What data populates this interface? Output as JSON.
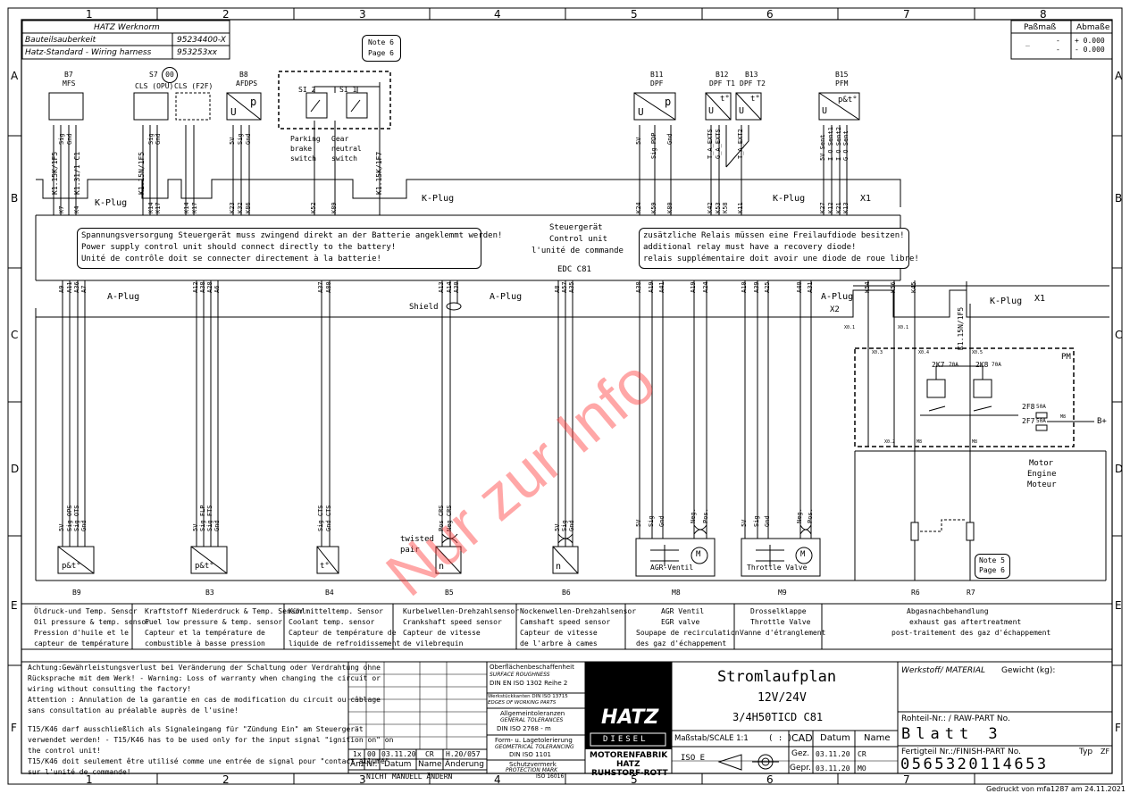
{
  "grid": {
    "columns": [
      "1",
      "2",
      "3",
      "4",
      "5",
      "6",
      "7",
      "8"
    ],
    "rows": [
      "A",
      "B",
      "C",
      "D",
      "E",
      "F"
    ]
  },
  "norm": {
    "title": "HATZ Werknorm",
    "r1_label": "Bauteilsauberkeit",
    "r1_value": "95234400-X",
    "r2_label": "Hatz-Standard - Wiring harness",
    "r2_value": "953253xx"
  },
  "passmass": {
    "col1": "Paßmaß",
    "col2": "Abmaße",
    "dash1": "_",
    "dash2": "-",
    "dash3": "-",
    "plus": "+ 0.000",
    "minus": "- 0.000"
  },
  "note6": {
    "l1": "Note 6",
    "l2": "Page 6"
  },
  "note5": {
    "l1": "Note 5",
    "l2": "Page 6"
  },
  "top_components": [
    {
      "id": "B7",
      "name": "MFS"
    },
    {
      "id": "S7",
      "name": "CLS (OPU)",
      "extra": "CLS (F2F)",
      "circle": "00"
    },
    {
      "id": "B8",
      "name": "AFDPS"
    },
    {
      "id": "B11",
      "name": "DPF"
    },
    {
      "id": "B12",
      "name": "DPF T1"
    },
    {
      "id": "B13",
      "name": "DPF T2"
    },
    {
      "id": "B15",
      "name": "PFM"
    }
  ],
  "switches": {
    "si2": "SI 2",
    "si1": "SI 1",
    "parking": [
      "Parking",
      "brake",
      "switch"
    ],
    "gear": [
      "Gear",
      "neutral",
      "switch"
    ]
  },
  "top_wire_labels": [
    "K1.15K/1F5",
    "K1.31/1 C1",
    "Sig",
    "Gnd",
    "K1.15N/1F5",
    "Sig",
    "Gnd",
    "5V",
    "Sig",
    "Gnd",
    "K1.15K/1F7",
    "5V",
    "Sig PDP",
    "Gnd",
    "T_A_EXTS",
    "G_A_EXTS",
    "T_A_EXT2",
    "5V Sent",
    "I O Sent1",
    "I O Sent2",
    "G O Sent"
  ],
  "top_pins": [
    "K7",
    "K4",
    "K14",
    "K17",
    "K14",
    "K17",
    "K23",
    "K32",
    "K86",
    "K52",
    "K89",
    "K24",
    "K59",
    "K80",
    "K42",
    "K53",
    "K58",
    "K11",
    "K27",
    "K12",
    "K21",
    "K13"
  ],
  "kplug": [
    "K-Plug",
    "K-Plug",
    "K-Plug",
    "K-Plug"
  ],
  "x1": "X1",
  "x2": "X2",
  "ecu": {
    "l1": "Steuergerät",
    "l2": "Control unit",
    "l3": "l'unité de commande",
    "name": "EDC C81"
  },
  "warn_left": [
    "Spannungsversorgung Steuergerät muss zwingend direkt an der Batterie angeklemmt werden!",
    "Power supply control unit should connect directly to the battery!",
    "Unité de contrôle doit se connecter directement à la batterie!"
  ],
  "warn_right": [
    "zusätzliche Relais müssen eine Freilaufdiode besitzen!",
    "additional relay must have a recovery diode!",
    "relais supplémentaire doit avoir une diode de roue libre!"
  ],
  "aplug": [
    "A-Plug",
    "A-Plug",
    "A-Plug"
  ],
  "a_pins": [
    "A9",
    "A11",
    "A36",
    "A7",
    "A12",
    "A38",
    "A28",
    "A6",
    "A37",
    "A80",
    "A13",
    "A14",
    "A30",
    "A8",
    "A57",
    "A35",
    "A38",
    "A19",
    "A41",
    "A19",
    "A24",
    "A10",
    "A39",
    "A25",
    "A40",
    "A31",
    "K54",
    "K56",
    "K45"
  ],
  "shield": "Shield",
  "twisted": [
    "twisted",
    "pair"
  ],
  "pm": {
    "title": "PM",
    "k7": "2K7",
    "k7a": "70A",
    "k8": "2K8",
    "k8a": "70A",
    "f8": "2F8",
    "f8a": "50A",
    "f7": "2F7",
    "f7a": "50A",
    "bplus": "B+",
    "small": [
      "X0.3",
      "X0.4",
      "X0.5",
      "X0.1",
      "X0.1",
      "M8",
      "M8",
      "M8",
      "X0.2"
    ],
    "k15n": "K1.15N/1F5"
  },
  "engine": [
    "Motor",
    "Engine",
    "Moteur"
  ],
  "bottom_wire_labels": [
    [
      "5V",
      "Sig OPS",
      "Sig OTS",
      "Gnd"
    ],
    [
      "5V",
      "Sig FLP",
      "Sig FTS",
      "Gnd"
    ],
    [
      "Sig CTS",
      "Gnd CTS"
    ],
    [
      "Pos CRS",
      "Neg CRS"
    ],
    [
      "5V",
      "Sig",
      "Gnd"
    ],
    [
      "5V",
      "Sig",
      "Gnd",
      "Neg.",
      "Pos."
    ],
    [
      "5V",
      "Sig",
      "Gnd",
      "Neg.",
      "Pos."
    ]
  ],
  "bottom_components": [
    {
      "id": "B9",
      "sym": "p&t°"
    },
    {
      "id": "B3",
      "sym": "p&t°"
    },
    {
      "id": "B4",
      "sym": "t°"
    },
    {
      "id": "B5",
      "sym": "n"
    },
    {
      "id": "B6",
      "sym": "n"
    },
    {
      "id": "M8",
      "sym": "AGR-Ventil"
    },
    {
      "id": "M9",
      "sym": "Throttle Valve"
    },
    {
      "id": "R6",
      "sym": ""
    },
    {
      "id": "R7",
      "sym": ""
    }
  ],
  "legend": [
    [
      "Öldruck-und Temp. Sensor",
      "Oil pressure & temp. sensor",
      "Pression d'huile et le",
      "capteur de température"
    ],
    [
      "Kraftstoff Niederdruck & Temp. Sensor",
      "Fuel low pressure & temp. sensor",
      "Capteur et la température de",
      "combustible à basse pression"
    ],
    [
      "Kühlmitteltemp. Sensor",
      "Coolant temp. sensor",
      "Capteur de température de",
      "liquide de refroidissement"
    ],
    [
      "Kurbelwellen-Drehzahlsensor",
      "Crankshaft speed sensor",
      "Capteur de vitesse",
      "de vilebrequin"
    ],
    [
      "Nockenwellen-Drehzahlsensor",
      "Camshaft speed sensor",
      "Capteur de vitesse",
      "de l'arbre à cames"
    ],
    [
      "AGR Ventil",
      "EGR valve",
      "Soupape de recirculation",
      "des gaz d'échappement"
    ],
    [
      "Drosselklappe",
      "Throttle Valve",
      "Vanne d'étranglement",
      ""
    ],
    [
      "Abgasnachbehandlung",
      "exhaust gas aftertreatment",
      "post-traitement des gaz d'échappement",
      ""
    ]
  ],
  "footer_note": [
    "Achtung:Gewährleistungsverlust bei Veränderung der Schaltung oder Verdrahtung ohne",
    "Rücksprache mit dem Werk! - Warning: Loss of warranty when changing the circuit or",
    "wiring without consulting the factory!",
    "Attention : Annulation de la garantie en cas de modification du circuit ou câblage",
    "sans consultation au préalable auprès de l'usine!",
    "",
    "T15/K46 darf ausschließlich als Signaleingang für \"Zündung Ein\" am Steuergerät",
    "verwendet werden! - T15/K46 has to be used only for the input signal \"ignition on\" on",
    "the control unit!",
    "T15/K46 doit seulement être utilisé comme une entrée de signal pour \"contact allumé\"",
    "sur l'unité de commande!"
  ],
  "rev": {
    "row": [
      "1x",
      "00",
      "03.11.20",
      "CR",
      "H.20/057"
    ],
    "hdr": [
      "Anz",
      "Nr.",
      "Datum",
      "Name",
      "Änderung"
    ],
    "nicht": "NICHT MANUELL ÄNDERN"
  },
  "stds": [
    [
      "Oberflächenbeschaffenheit",
      "SURFACE ROUGHNESS",
      "DIN EN ISO 1302 Reihe 2"
    ],
    [
      "Werkstückkanten DIN ISO 13715",
      "EDGES OF WORKING PARTS"
    ],
    [
      "Allgemeintoleranzen",
      "GENERAL TOLERANCES",
      "DIN ISO 2768 - m"
    ],
    [
      "Form- u. Lagetolerierung",
      "GEOMETRICAL TOLERANCING",
      "DIN ISO 1101"
    ],
    [
      "Schutzvermerk",
      "PROTECTION MARK",
      "ISO 16016"
    ]
  ],
  "hatz": {
    "logo": "HATZ",
    "diesel": "DIESEL",
    "company": [
      "MOTORENFABRIK",
      "HATZ",
      "RUHSTORF-ROTT"
    ]
  },
  "title_block": {
    "title": "Stromlaufplan",
    "voltage": "12V/24V",
    "engine": "3/4H50TICD  C81",
    "massstab": "Maßstab/SCALE 1:1",
    "paren": "( : )",
    "cad": "CAD",
    "datum": "Datum",
    "name": "Name",
    "iso": "ISO E",
    "gez": "Gez.",
    "gez_date": "03.11.20",
    "gez_name": "CR",
    "gepr": "Gepr.",
    "gepr_date": "03.11.20",
    "gepr_name": "MO"
  },
  "material": {
    "label": "Werkstoff/ MATERIAL",
    "weight": "Gewicht (kg):"
  },
  "rohteil": {
    "label": "Rohteil-Nr.: / RAW-PART No.",
    "value": "Blatt 3"
  },
  "fertig": {
    "label": "Fertigteil Nr.:/FINISH-PART No.",
    "typ": "Typ",
    "zf": "ZF",
    "value": "0565320114653"
  },
  "printed": "Gedruckt von mfa1287 am 24.11.2021",
  "watermark": "Nur zur Info"
}
